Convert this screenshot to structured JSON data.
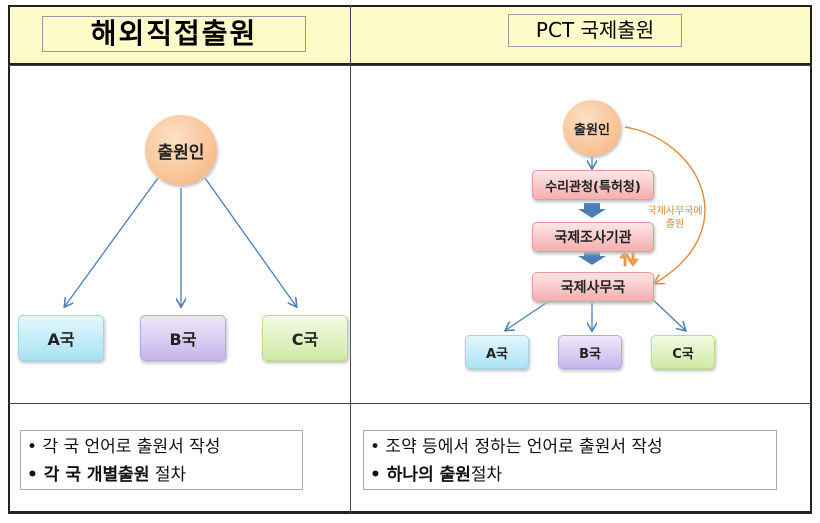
{
  "left": {
    "title": "해외직접출원",
    "applicant": "출원인",
    "countries": [
      "A국",
      "B국",
      "C국"
    ],
    "notes": {
      "line1": "• 각 국 언어로 출원서 작성",
      "line2_bold": "• 각 국 개별출원",
      "line2_rest": " 절차"
    }
  },
  "right": {
    "title": "PCT 국제출원",
    "applicant": "출원인",
    "receiving": "수리관청(특허청)",
    "search": "국제조사기관",
    "bureau": "국제사무국",
    "direct_label_1": "국제사무국에",
    "direct_label_2": "출원",
    "countries": [
      "A국",
      "B국",
      "C국"
    ],
    "notes": {
      "line1": "• 조약 등에서 정하는 언어로 출원서 작성",
      "line2_bold": "• 하나의 출원",
      "line2_rest": "절차"
    }
  }
}
